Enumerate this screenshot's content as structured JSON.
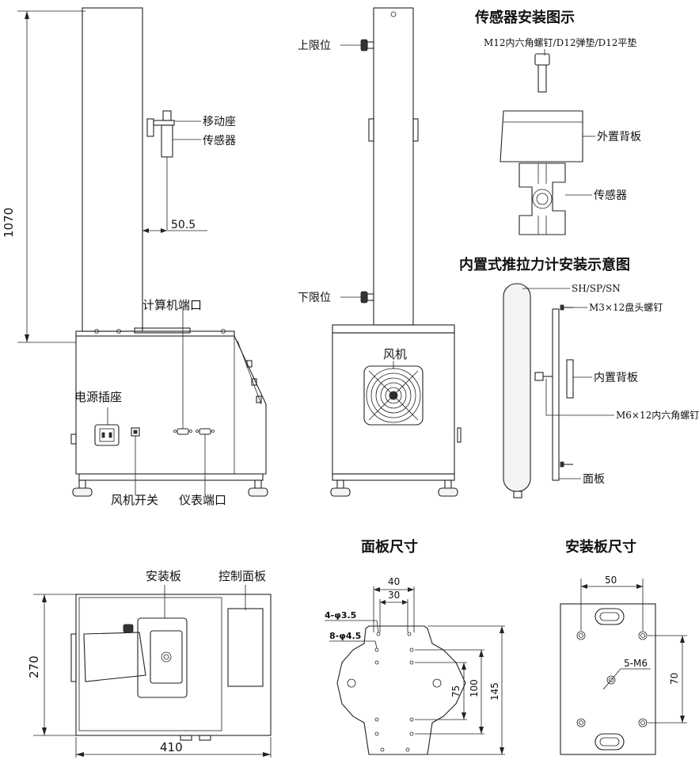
{
  "sections": {
    "sensor_install_title": "传感器安装图示",
    "pushpull_install_title": "内置式推拉力计安装示意图",
    "panel_size_title": "面板尺寸",
    "mount_plate_size_title": "安装板尺寸"
  },
  "front_view": {
    "height_dim": "1070",
    "offset_dim": "50.5",
    "labels": {
      "moving_seat": "移动座",
      "sensor": "传感器",
      "computer_port": "计算机端口",
      "power_socket": "电源插座",
      "fan_switch": "风机开关",
      "meter_port": "仪表端口"
    }
  },
  "side_view": {
    "labels": {
      "upper_limit": "上限位",
      "lower_limit": "下限位",
      "fan": "风机"
    }
  },
  "sensor_install": {
    "labels": {
      "screw": "M12内六角螺钉/D12弹垫/D12平垫",
      "external_back_plate": "外置背板",
      "sensor": "传感器"
    }
  },
  "pushpull_install": {
    "labels": {
      "model": "SH/SP/SN",
      "pan_screw": "M3×12盘头螺钉",
      "internal_back_plate": "内置背板",
      "hex_screw": "M6×12内六角螺钉",
      "panel": "面板"
    }
  },
  "top_view": {
    "labels": {
      "mount_plate": "安装板",
      "control_panel": "控制面板"
    },
    "depth_dim": "270",
    "width_dim": "410"
  },
  "panel_dims": {
    "d40": "40",
    "d30": "30",
    "holes_a": "4-φ3.5",
    "holes_b": "8-φ4.5",
    "d75": "75",
    "d100": "100",
    "d145": "145"
  },
  "mount_plate_dims": {
    "d50": "50",
    "thread": "5-M6",
    "d70": "70"
  }
}
